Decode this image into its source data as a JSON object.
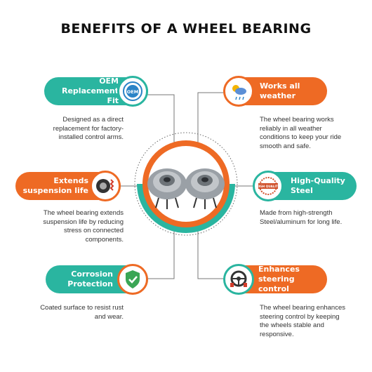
{
  "title": "BENEFITS OF A WHEEL BEARING",
  "benefits": [
    {
      "label_line1": "OEM",
      "label_line2": "Replacement Fit",
      "icon": "oem-seal-icon",
      "description": [
        "Designed as a direct",
        "replacement for factory-",
        "installed control arms."
      ]
    },
    {
      "label_line1": "Works all",
      "label_line2": "weather",
      "icon": "weather-icon",
      "description": [
        "The wheel bearing works",
        "reliably in all weather",
        "conditions to keep your ride",
        "smooth and safe."
      ]
    },
    {
      "label_line1": "Extends",
      "label_line2": "suspension life",
      "icon": "suspension-wheel-icon",
      "description": [
        "The wheel bearing extends",
        "suspension life by reducing",
        "stress on connected",
        "components."
      ]
    },
    {
      "label_line1": "High-Quality",
      "label_line2": "Steel",
      "icon": "high-quality-stamp-icon",
      "icon_text": "HIGH QUALITY",
      "description": [
        "Made from high-strength",
        "Steel/aluminum for long life."
      ]
    },
    {
      "label_line1": "Corrosion",
      "label_line2": "Protection",
      "icon": "shield-check-icon",
      "description": [
        "Coated surface to resist rust",
        "and wear."
      ]
    },
    {
      "label_line1": "Enhances",
      "label_line2": "steering control",
      "icon": "steering-wheel-icon",
      "description": [
        "The wheel bearing enhances",
        "steering control by keeping",
        "the wheels stable and",
        "responsive."
      ]
    }
  ],
  "colors": {
    "teal": "#2ab5a0",
    "orange": "#ee6a24",
    "title": "#111111"
  }
}
